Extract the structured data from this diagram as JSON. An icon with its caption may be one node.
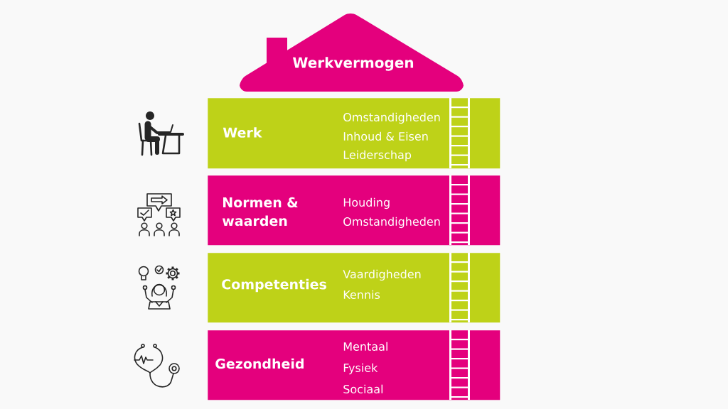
{
  "diagram": {
    "nodes": [
      {
        "text": [
          "Werkvermogen"
        ]
      },
      {
        "text": [
          "Werk",
          "Omstandigheden",
          "Inhoud & Eisen",
          "Leiderschap"
        ]
      },
      {
        "text": [
          "Normen & waarden",
          "Houding",
          "Omstandigheden"
        ]
      },
      {
        "text": [
          "Competenties",
          "Vaardigheden",
          "Kennis"
        ]
      },
      {
        "text": [
          "Gezondheid",
          "Mentaal",
          "Fysiek",
          "Sociaal"
        ]
      }
    ]
  }
}
